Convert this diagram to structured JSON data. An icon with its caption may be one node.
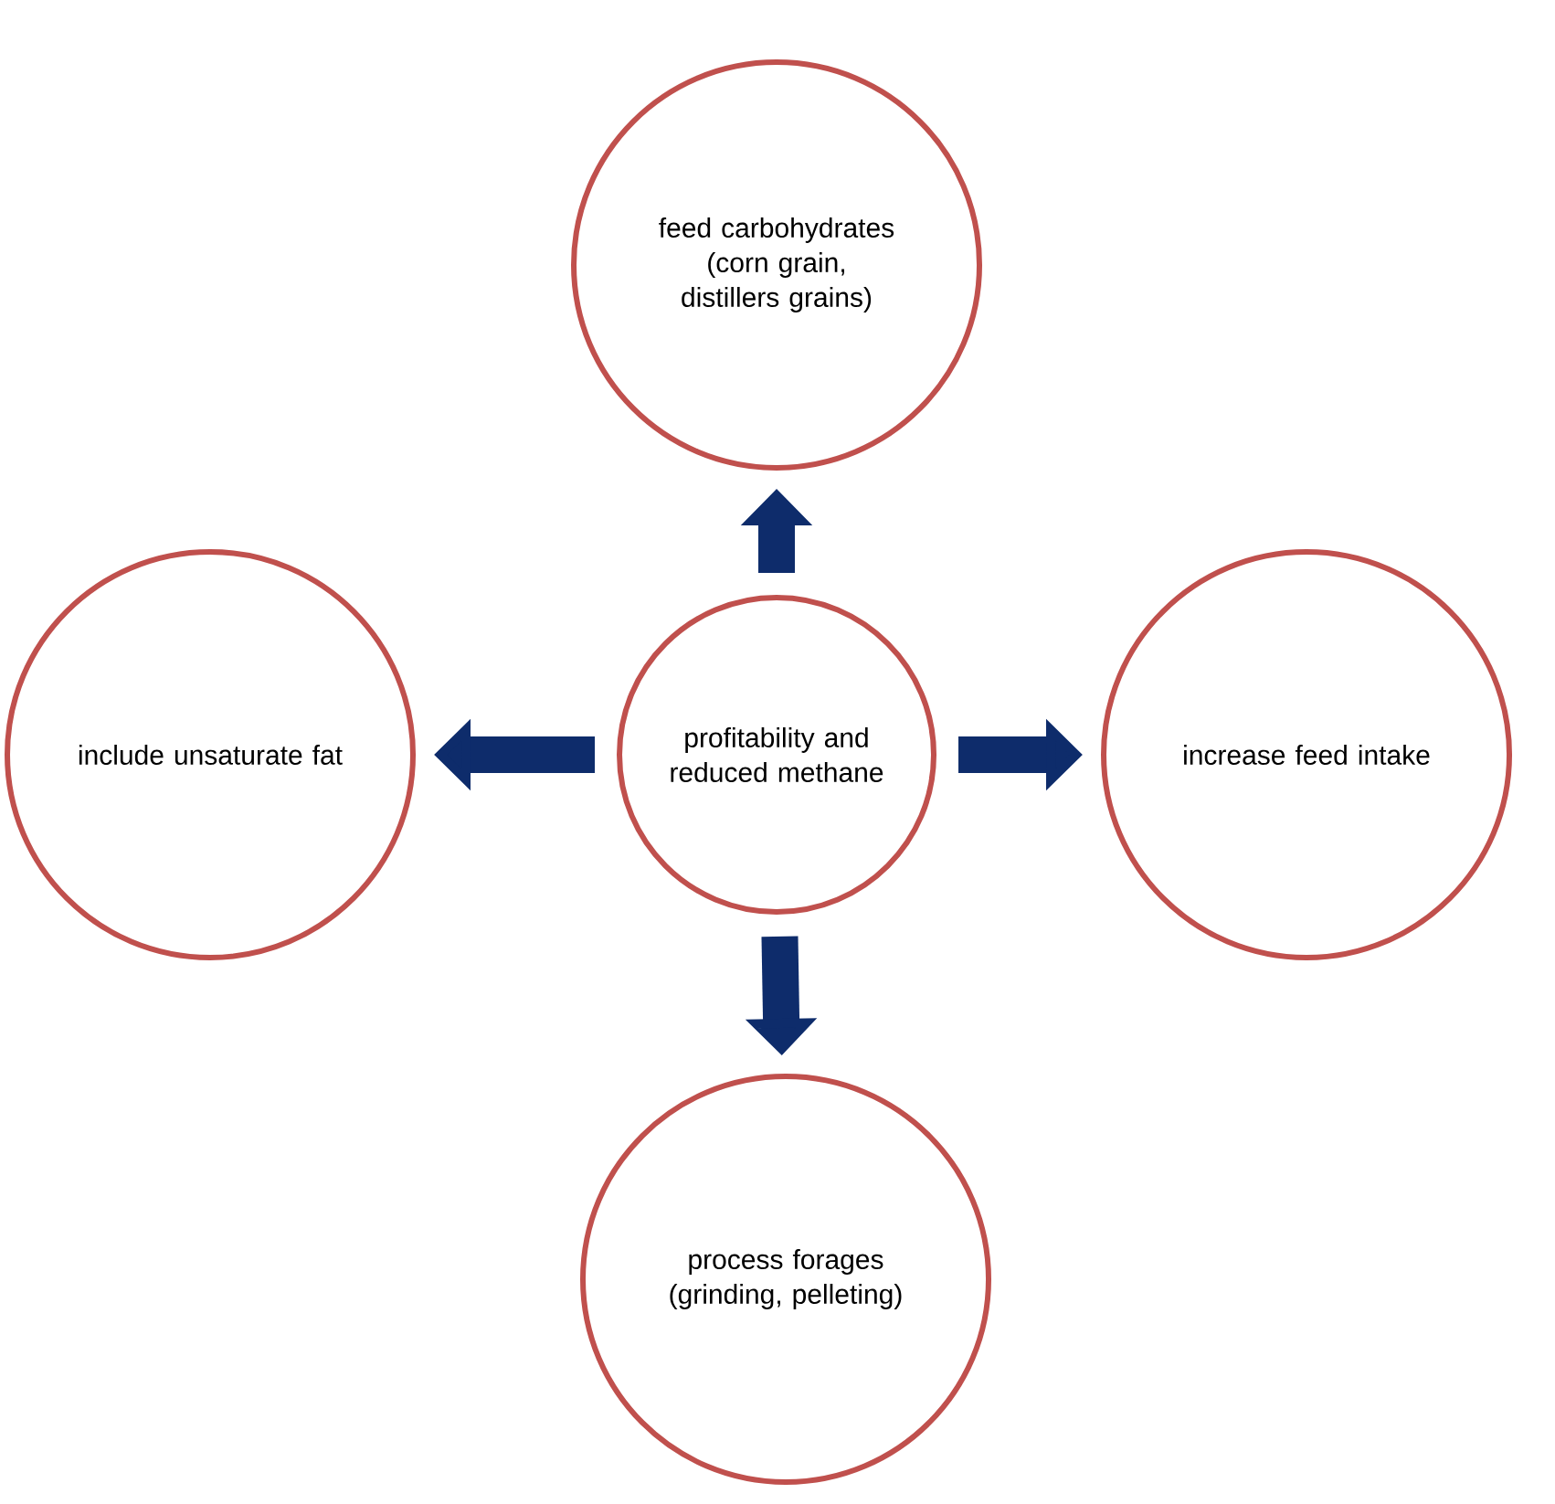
{
  "diagram": {
    "nodes": [
      {
        "text": [
          "feed carbohydrates (corn grain, distillers grains)"
        ]
      },
      {
        "text": [
          "include unsaturate fat"
        ]
      },
      {
        "text": [
          "profitability and reduced methane"
        ]
      },
      {
        "text": [
          "increase feed intake"
        ]
      },
      {
        "text": [
          "process forages (grinding, pelleting)"
        ]
      }
    ],
    "edges": [
      {
        "from": 2,
        "to": 0,
        "arrow": "to"
      },
      {
        "from": 2,
        "to": 1,
        "arrow": "to"
      },
      {
        "from": 2,
        "to": 3,
        "arrow": "to"
      },
      {
        "from": 2,
        "to": 4,
        "arrow": "to"
      }
    ]
  }
}
